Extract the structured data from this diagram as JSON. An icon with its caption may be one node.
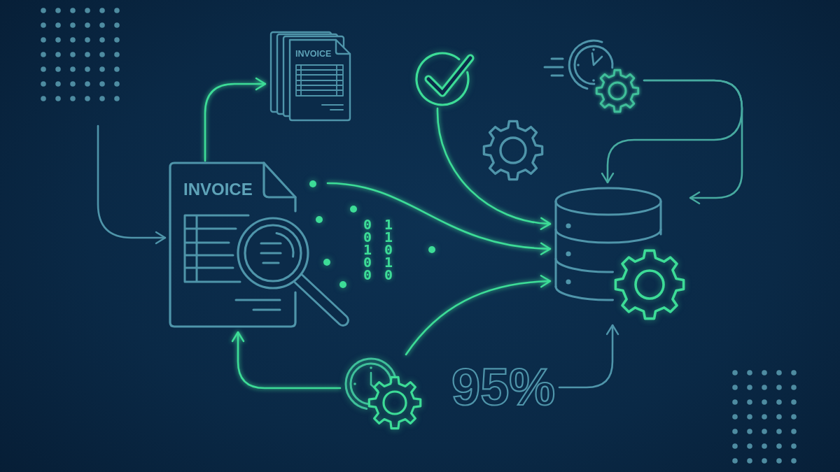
{
  "diagram": {
    "nodes": [
      {
        "text": [
          "INVOICE"
        ]
      },
      {
        "text": [],
        "shape": "picture"
      },
      {
        "text": [],
        "shape": "picture"
      },
      {
        "text": [],
        "shape": "picture"
      },
      {
        "text": [
          "INVOICE"
        ]
      },
      {
        "text": [
          "0 1 0 1 1 0 0 1 0 0"
        ]
      },
      {
        "text": [],
        "shape": "cylinder"
      },
      {
        "text": [],
        "shape": "picture"
      },
      {
        "text": [
          "95%"
        ]
      }
    ],
    "edges": [
      {
        "from": null,
        "to": 4,
        "arrow": "to",
        "color": "#4f95aa"
      },
      {
        "from": 4,
        "to": 0,
        "arrow": "to"
      },
      {
        "from": 2,
        "to": 6,
        "arrow": "to",
        "color": "#47aaa0"
      },
      {
        "from": 2,
        "to": 6,
        "arrow": "to",
        "color": "#47aaa0"
      },
      {
        "from": 1,
        "to": 6,
        "arrow": "to"
      },
      {
        "from": 5,
        "to": 6,
        "arrow": "to"
      },
      {
        "from": 7,
        "to": 6,
        "arrow": "to"
      },
      {
        "from": 7,
        "to": 4,
        "arrow": "to"
      },
      {
        "from": 8,
        "to": 6,
        "arrow": "to",
        "color": "#4f95aa"
      }
    ]
  }
}
